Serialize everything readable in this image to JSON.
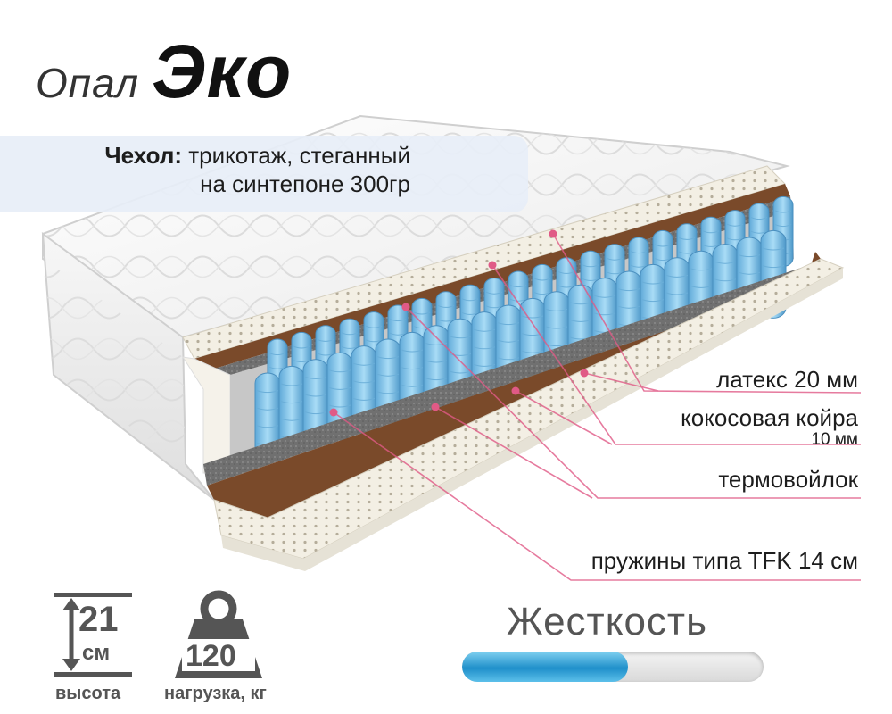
{
  "title": {
    "sub": "Опал",
    "main": "Эко"
  },
  "cover": {
    "label": "Чехол:",
    "line1": "трикотаж, стеганный",
    "line2": "на синтепоне 300гр"
  },
  "layers": [
    {
      "label": "латекс 20 мм"
    },
    {
      "label": "кокосовая койра",
      "sub": "10 мм"
    },
    {
      "label": "термовойлок"
    },
    {
      "label": "пружины типа TFK 14 см"
    }
  ],
  "height_badge": {
    "value": "21",
    "unit": "см",
    "caption": "высота",
    "icon": "height-arrow-icon"
  },
  "load_badge": {
    "value": "120",
    "caption": "нагрузка, кг",
    "icon": "weight-icon"
  },
  "hardness": {
    "label": "Жесткость",
    "level": 0.55,
    "fill_color": "#1f8fca"
  },
  "colors": {
    "spring": "#8cc9ec",
    "coir": "#7a4a2a",
    "felt": "#6d6d6d",
    "latex": "#f3efe4",
    "leader_line": "#e05a86"
  }
}
